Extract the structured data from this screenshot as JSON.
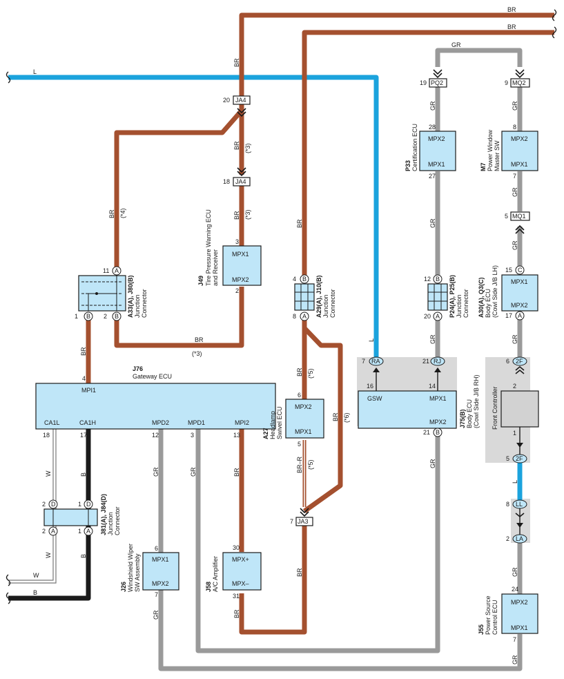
{
  "wire_colors": {
    "BR": "#a4502f",
    "GR": "#9a9a9a",
    "L": "#1ba3dd",
    "B": "#1b1b1b",
    "W": "#777777",
    "ECU": "#bfe6f8"
  },
  "wire_labels": {
    "br": "BR",
    "gr": "GR",
    "l": "L",
    "b": "B",
    "w": "W",
    "brr": "BR–R"
  },
  "notes": {
    "n3": "(*3)",
    "n4": "(*4)",
    "n5": "(*5)",
    "n6": "(*6)"
  },
  "connectors": {
    "ja4_top": {
      "pin": "20",
      "name": "JA4"
    },
    "ja4_bot": {
      "pin": "18",
      "name": "JA4"
    },
    "pq2": {
      "pin": "19",
      "name": "PQ2"
    },
    "mq2": {
      "pin": "9",
      "name": "MQ2"
    },
    "mq1": {
      "pin": "5",
      "name": "MQ1"
    },
    "ja3": {
      "pin": "7",
      "name": "JA3"
    }
  },
  "components": {
    "j49": {
      "code": "J49",
      "name1": "Tire Pressure Warning ECU",
      "name2": "and Receiver",
      "t1": "MPX1",
      "t2": "MPX2",
      "p1": "3",
      "p2": "2"
    },
    "a33": {
      "code": "A33(A), J80(B)",
      "name1": "Junction",
      "name2": "Connector",
      "p11": "11",
      "pa": "A",
      "p1": "1",
      "pb1": "B",
      "p2": "2",
      "pb2": "B"
    },
    "a29": {
      "code": "A29(A), J10(B)",
      "name1": "Junction",
      "name2": "Connector",
      "p4": "4",
      "pb": "B",
      "p8": "8",
      "pa": "A"
    },
    "p24": {
      "code": "P24(A), P25(B)",
      "name1": "Junction",
      "name2": "Connector",
      "p12": "12",
      "pb": "B",
      "p20": "20",
      "pa": "A"
    },
    "j81": {
      "code": "J81(A), J84(D)",
      "name1": "Junction",
      "name2": "Connector",
      "p2d": "2",
      "d1": "D",
      "p1d": "1",
      "d2": "D",
      "p2a": "2",
      "a1": "A",
      "p1a": "1",
      "a2": "A"
    },
    "p33": {
      "code": "P33",
      "name": "Certification ECU",
      "t1": "MPX2",
      "t2": "MPX1",
      "p1": "28",
      "p2": "27"
    },
    "m7": {
      "code": "M7",
      "name1": "Power Window",
      "name2": "Master SW",
      "t1": "MPX2",
      "t2": "MPX1",
      "p1": "8",
      "p2": "7"
    },
    "a30": {
      "code": "A30(A), Q3(C)",
      "name1": "Body ECU",
      "name2": "(Cowl Side J/B LH)",
      "t1": "MPX1",
      "t2": "MPX2",
      "p15": "15",
      "c": "C",
      "p17": "17",
      "a": "A"
    },
    "j76": {
      "code": "J76",
      "name": "Gateway ECU",
      "pin4": "4",
      "mpi1": "MPI1",
      "ca1l": "CA1L",
      "ca1h": "CA1H",
      "mpd2": "MPD2",
      "mpd1": "MPD1",
      "mpi2": "MPI2",
      "p18": "18",
      "p17": "17",
      "p12": "12",
      "p3": "3",
      "p13": "13"
    },
    "a27": {
      "code": "A27",
      "name1": "Headlamp",
      "name2": "Swivel ECU",
      "t1": "MPX2",
      "t2": "MPX1",
      "p6": "6",
      "p5": "5"
    },
    "j75": {
      "code": "J75(B)",
      "name1": "Body ECU",
      "name2": "(Cowl Side J/B RH)",
      "gsw": "GSW",
      "mpx1": "MPX1",
      "mpx2": "MPX2",
      "p7": "7",
      "ra": "RA",
      "p16": "16",
      "p21": "21",
      "rj": "RJ",
      "p14": "14",
      "p21b": "21",
      "b": "B"
    },
    "front": {
      "name": "Front Controller",
      "p6": "6",
      "c1": "2F",
      "p2": "2",
      "p1": "1",
      "p5": "5",
      "c2": "2F"
    },
    "ll": {
      "p8": "8",
      "name": "LL",
      "p2": "2",
      "name2": "LA"
    },
    "j26": {
      "code": "J26",
      "name1": "Windshield Wiper",
      "name2": "SW Assembly",
      "t1": "MPX1",
      "t2": "MPX2",
      "p6": "6",
      "p7": "7"
    },
    "j58": {
      "code": "J58",
      "name": "A/C Amplifier",
      "t1": "MPX+",
      "t2": "MPX–",
      "p30": "30",
      "p31": "31"
    },
    "j55": {
      "code": "J55",
      "name1": "Power Source",
      "name2": "Control ECU",
      "t1": "MPX2",
      "t2": "MPX1",
      "p24": "24",
      "p7": "7"
    }
  }
}
